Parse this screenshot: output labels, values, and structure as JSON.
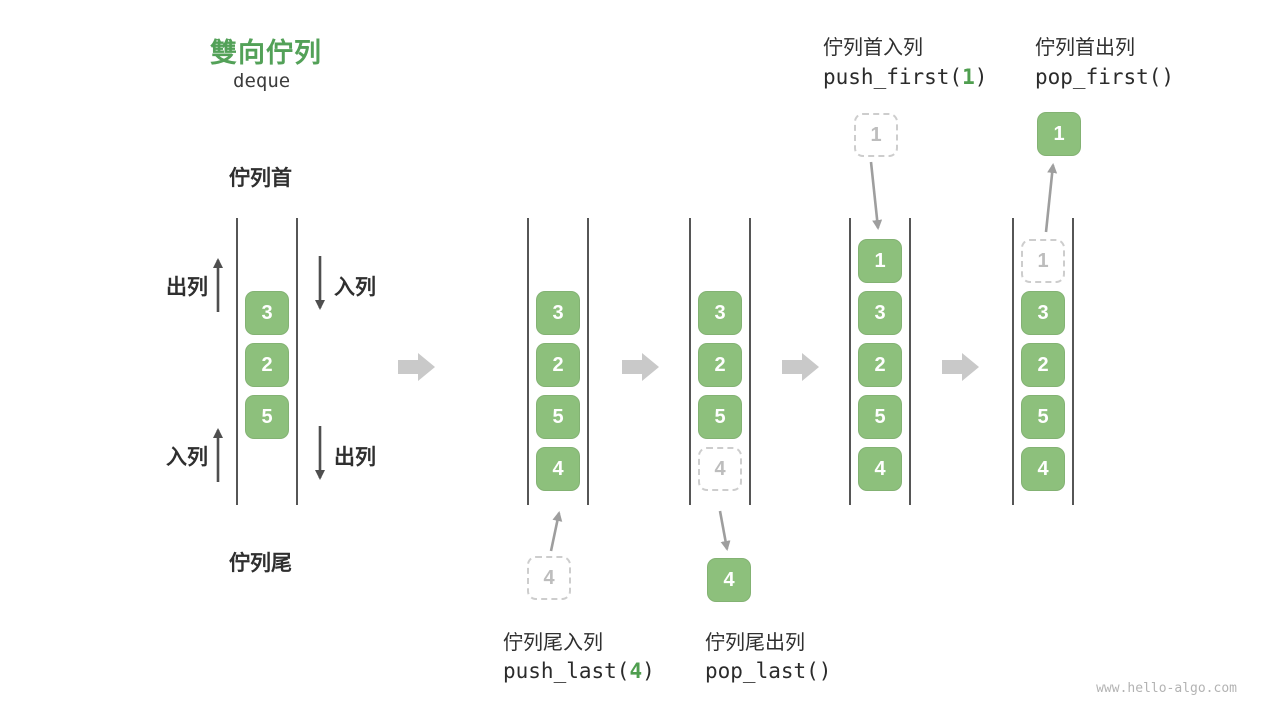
{
  "title": "雙向佇列",
  "subtitle": "deque",
  "colors": {
    "title_green": "#53a158",
    "cell_green": "#8dc07c",
    "arg_green": "#4f9e4f",
    "wall_gray": "#565656",
    "step_arrow_gray": "#c9c9c9",
    "dashed_border_gray": "#cdcdcd"
  },
  "labels": {
    "front": "佇列首",
    "rear": "佇列尾",
    "dequeue_top": "出列",
    "enqueue_top": "入列",
    "enqueue_bottom": "入列",
    "dequeue_bottom": "出列"
  },
  "ops": {
    "push_last": {
      "title": "佇列尾入列",
      "code_pre": "push_last(",
      "arg": "4",
      "code_post": ")"
    },
    "pop_last": {
      "title": "佇列尾出列",
      "code": "pop_last()"
    },
    "push_first": {
      "title": "佇列首入列",
      "code_pre": "push_first(",
      "arg": "1",
      "code_post": ")"
    },
    "pop_first": {
      "title": "佇列首出列",
      "code": "pop_first()"
    }
  },
  "queues": {
    "q1": {
      "cells": [
        "3",
        "2",
        "5"
      ]
    },
    "q2": {
      "cells": [
        "3",
        "2",
        "5",
        "4"
      ],
      "incoming": "4"
    },
    "q3": {
      "cells": [
        "3",
        "2",
        "5"
      ],
      "removed": "4",
      "outgoing": "4"
    },
    "q4": {
      "cells": [
        "1",
        "3",
        "2",
        "5",
        "4"
      ],
      "incoming": "1"
    },
    "q5": {
      "cells": [
        "3",
        "2",
        "5",
        "4"
      ],
      "removed": "1",
      "outgoing": "1"
    }
  },
  "watermark": "www.hello-algo.com"
}
